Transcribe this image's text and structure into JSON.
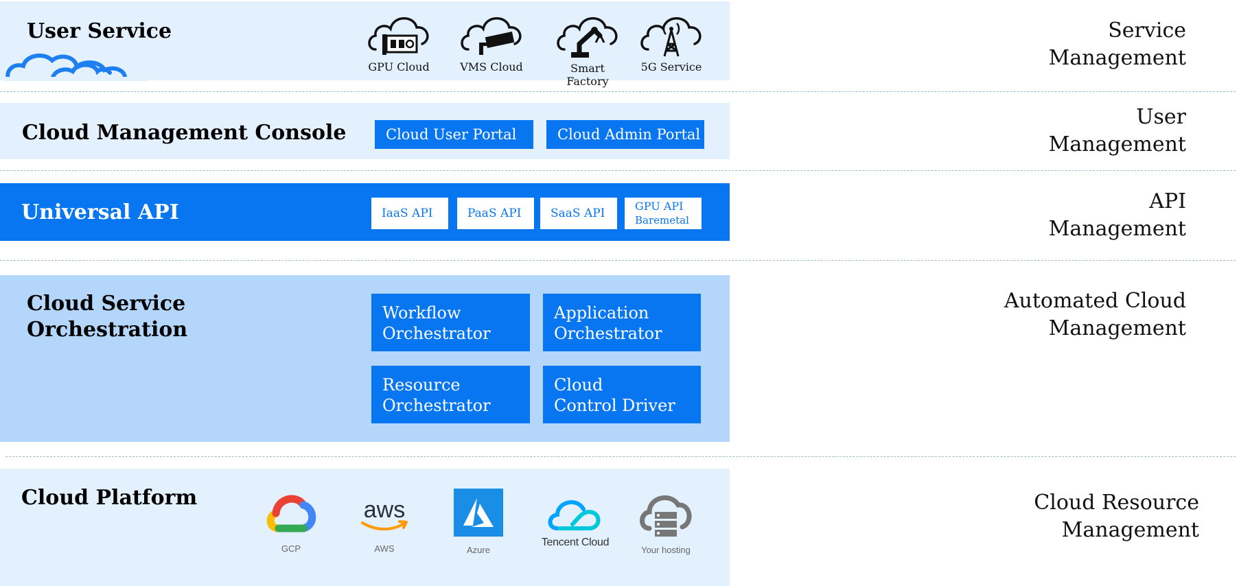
{
  "layers": {
    "user_service": {
      "title": "User Service",
      "right": "Service\nManagement"
    },
    "console": {
      "title": "Cloud Management Console",
      "right": "User\nManagement"
    },
    "api": {
      "title": "Universal API",
      "right": "API\nManagement"
    },
    "orchestration": {
      "title": "Cloud Service\nOrchestration",
      "right": "Automated Cloud\nManagement"
    },
    "platform": {
      "title": "Cloud Platform",
      "right": "Cloud Resource\nManagement"
    }
  },
  "services": [
    {
      "label": "GPU Cloud",
      "icon": "gpu-cloud-icon"
    },
    {
      "label": "VMS Cloud",
      "icon": "cctv-cloud-icon"
    },
    {
      "label": "Smart Factory",
      "icon": "robot-arm-cloud-icon"
    },
    {
      "label": "5G Service",
      "icon": "antenna-tower-cloud-icon"
    }
  ],
  "portals": [
    {
      "label": "Cloud User Portal"
    },
    {
      "label": "Cloud Admin Portal"
    }
  ],
  "apis": [
    {
      "label": "IaaS API"
    },
    {
      "label": "PaaS API"
    },
    {
      "label": "SaaS API"
    },
    {
      "label": "GPU API",
      "sub": "Baremetal"
    }
  ],
  "orchestrators": [
    {
      "label": "Workflow\nOrchestrator"
    },
    {
      "label": "Application\nOrchestrator"
    },
    {
      "label": "Resource\nOrchestrator"
    },
    {
      "label": "Cloud\nControl Driver"
    }
  ],
  "providers": [
    {
      "label": "GCP",
      "icon": "gcp-logo"
    },
    {
      "label": "AWS",
      "icon": "aws-logo",
      "wordmark": "aws"
    },
    {
      "label": "Azure",
      "icon": "azure-logo"
    },
    {
      "label": "Tencent Cloud",
      "icon": "tencent-cloud-logo"
    },
    {
      "label": "Your hosting",
      "icon": "server-cloud-icon"
    }
  ],
  "colors": {
    "accent": "#0876f0",
    "band_light": "#e3f0fd",
    "band_mid": "#b4d6fa",
    "divider": "#9bb8d6"
  }
}
